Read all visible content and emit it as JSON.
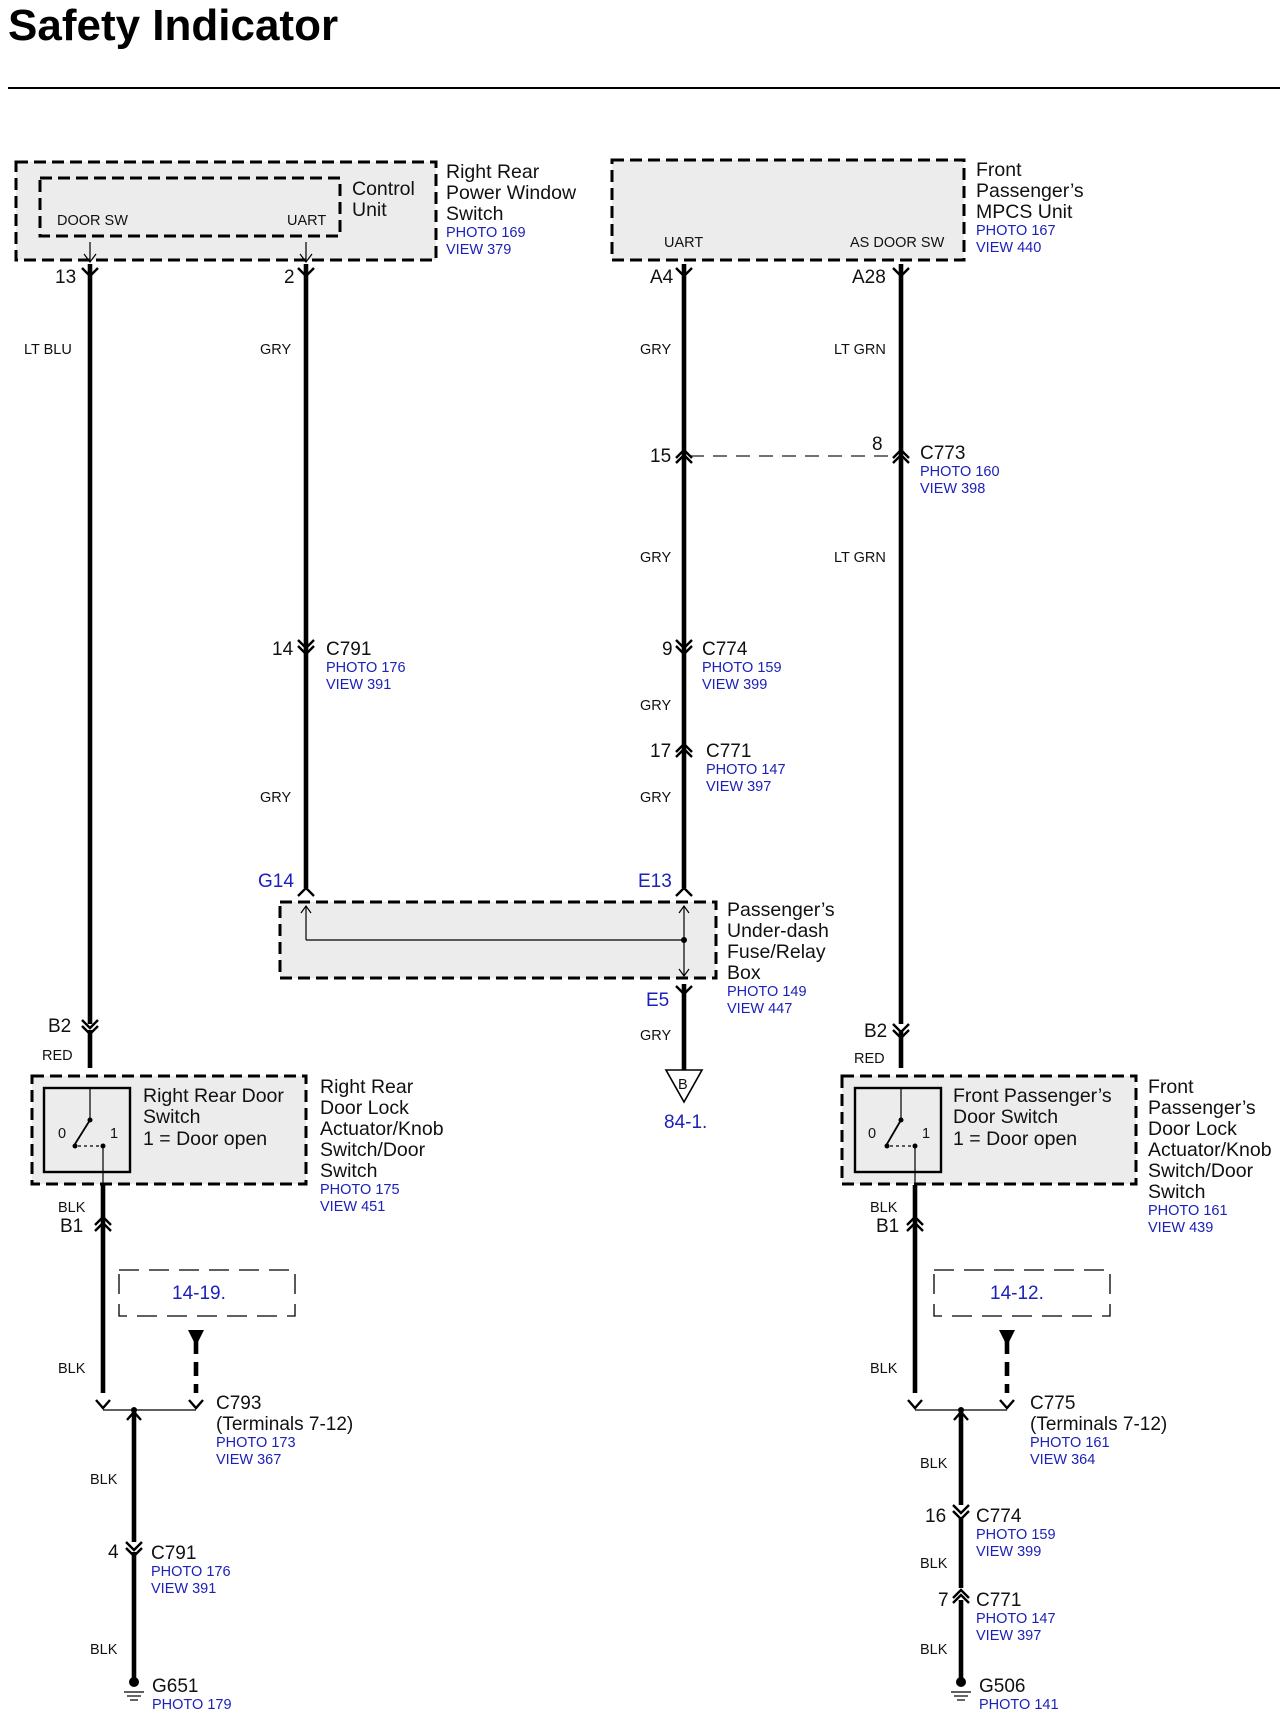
{
  "title": "Safety Indicator",
  "components": {
    "rr_window_switch": {
      "control_unit_label": "Control Unit",
      "door_sw": "DOOR SW",
      "uart": "UART",
      "name": "Right Rear Power Window Switch",
      "photo": "PHOTO 169",
      "view": "VIEW 379",
      "pin_door": "13",
      "pin_uart": "2"
    },
    "mpcs_unit": {
      "uart": "UART",
      "as_door_sw": "AS DOOR SW",
      "name": "Front Passenger's MPCS Unit",
      "photo": "PHOTO 167",
      "view": "VIEW 440",
      "pin_uart": "A4",
      "pin_door": "A28"
    },
    "fuse_box": {
      "name": "Passenger's Under-dash Fuse/Relay Box",
      "photo": "PHOTO 149",
      "view": "VIEW 447",
      "pin_g14": "G14",
      "pin_e13": "E13",
      "pin_e5": "E5"
    },
    "rr_door_switch": {
      "switch_title": "Right Rear Door Switch",
      "switch_note": "1 = Door open",
      "name": "Right Rear Door Lock Actuator/Knob Switch/Door Switch",
      "photo": "PHOTO 175",
      "view": "VIEW 451",
      "pin_top": "B2",
      "pin_bottom": "B1",
      "pos0": "0",
      "pos1": "1"
    },
    "fp_door_switch": {
      "switch_title": "Front Passenger's Door Switch",
      "switch_note": "1 = Door open",
      "name": "Front Passenger's Door Lock Actuator/Knob Switch/Door Switch",
      "photo": "PHOTO 161",
      "view": "VIEW 439",
      "pin_top": "B2",
      "pin_bottom": "B1",
      "pos0": "0",
      "pos1": "1"
    }
  },
  "wire_colors": {
    "lt_blu": "LT BLU",
    "gry": "GRY",
    "lt_grn": "LT GRN",
    "red": "RED",
    "blk": "BLK"
  },
  "connectors": {
    "c773": {
      "name": "C773",
      "photo": "PHOTO 160",
      "view": "VIEW 398",
      "pin_left": "15",
      "pin_right": "8"
    },
    "c791_top": {
      "name": "C791",
      "photo": "PHOTO 176",
      "view": "VIEW 391",
      "pin": "14"
    },
    "c774_top": {
      "name": "C774",
      "photo": "PHOTO 159",
      "view": "VIEW 399",
      "pin": "9"
    },
    "c771_top": {
      "name": "C771",
      "photo": "PHOTO 147",
      "view": "VIEW 397",
      "pin": "17"
    },
    "c793": {
      "name": "C793",
      "terminals": "(Terminals 7-12)",
      "photo": "PHOTO 173",
      "view": "VIEW 367"
    },
    "c775": {
      "name": "C775",
      "terminals": "(Terminals 7-12)",
      "photo": "PHOTO 161",
      "view": "VIEW 364"
    },
    "c791_bottom": {
      "name": "C791",
      "photo": "PHOTO 176",
      "view": "VIEW 391",
      "pin": "4"
    },
    "c774_bottom": {
      "name": "C774",
      "photo": "PHOTO 159",
      "view": "VIEW 399",
      "pin": "16"
    },
    "c771_bottom": {
      "name": "C771",
      "photo": "PHOTO 147",
      "view": "VIEW 397",
      "pin": "7"
    }
  },
  "grounds": {
    "g651": {
      "name": "G651",
      "photo": "PHOTO 179"
    },
    "g506": {
      "name": "G506",
      "photo": "PHOTO 141"
    }
  },
  "refs": {
    "left_page": "14-19.",
    "right_page": "14-12.",
    "off_page_letter": "B",
    "off_page_ref": "84-1."
  }
}
